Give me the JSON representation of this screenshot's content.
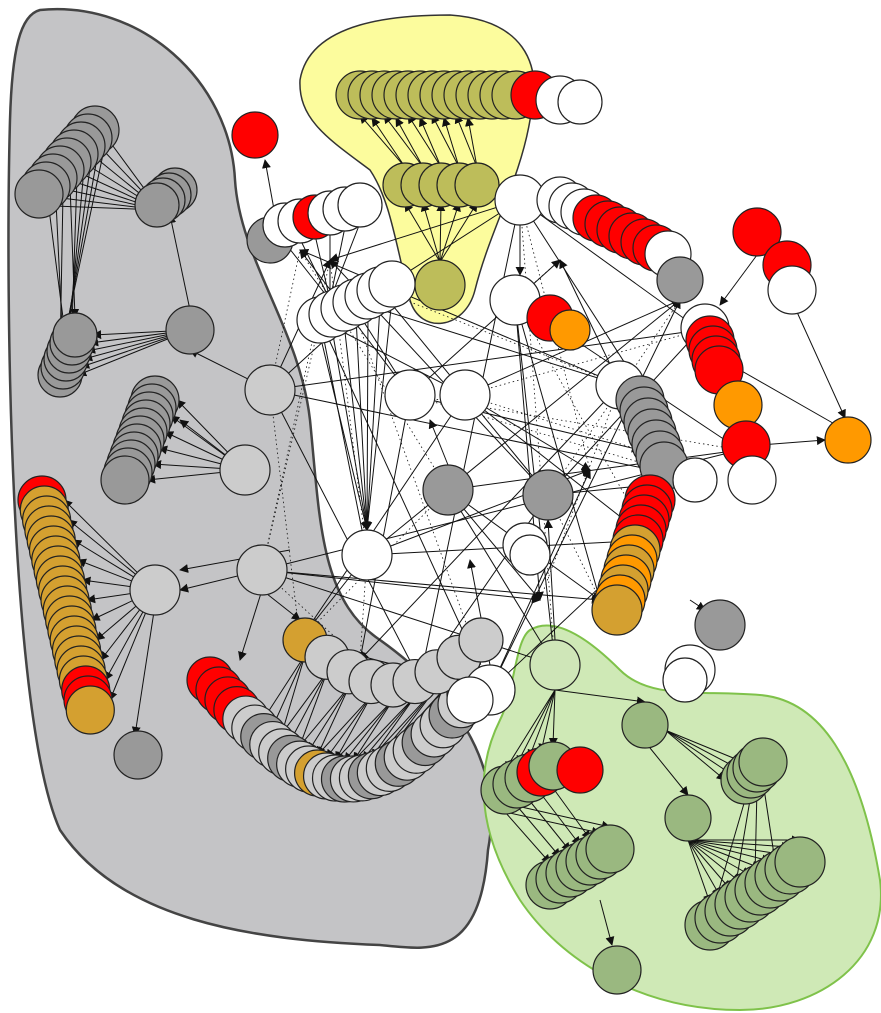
{
  "graph": {
    "colors": {
      "white": "#ffffff",
      "gray": "#999999",
      "light_gray": "#cccccc",
      "red": "#ff0000",
      "orange": "#ff9900",
      "gold": "#d4a030",
      "olive": "#bdbd5a",
      "sage": "#9ab880",
      "light_green": "#cfe6b8",
      "gray_region_fill": "#c4c4c6",
      "yellow_region_fill": "#fbfb8c",
      "green_region_fill": "#cfe9b6",
      "gray_region_stroke": "#444444",
      "yellow_region_stroke": "#333333",
      "green_region_stroke": "#7fc24a"
    },
    "regions": [
      {
        "name": "gray-cluster"
      },
      {
        "name": "yellow-cluster"
      },
      {
        "name": "green-cluster"
      }
    ]
  }
}
